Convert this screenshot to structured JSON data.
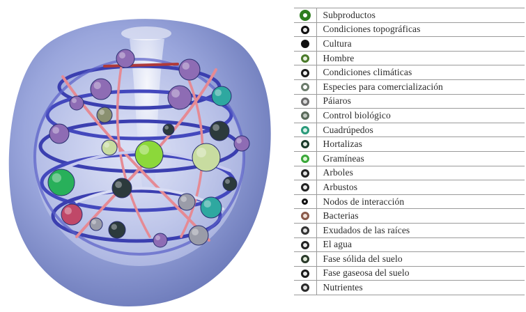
{
  "legend": {
    "items": [
      {
        "label": "Subproductos",
        "icon": "ring-large-icon",
        "fill": "#ffffff",
        "ring": "#2e7d1e"
      },
      {
        "label": "Condiciones topográficas",
        "icon": "ring-icon",
        "fill": "#e8e8e8",
        "ring": "#101010"
      },
      {
        "label": "Cultura",
        "icon": "dot-icon",
        "fill": "#101010",
        "ring": "#101010"
      },
      {
        "label": "Hombre",
        "icon": "ring-icon",
        "fill": "#e8f0e0",
        "ring": "#4a7a2a"
      },
      {
        "label": "Condiciones climáticas",
        "icon": "ring-icon",
        "fill": "#f0f0f0",
        "ring": "#1a1a1a"
      },
      {
        "label": "Especies para comercialización",
        "icon": "ring-icon",
        "fill": "#ffffff",
        "ring": "#6b7b6b"
      },
      {
        "label": "Páiaros",
        "icon": "ring-icon",
        "fill": "#d8d8d8",
        "ring": "#6a6a6a"
      },
      {
        "label": "Control biológico",
        "icon": "ring-icon",
        "fill": "#c0c8c0",
        "ring": "#5a6a5a"
      },
      {
        "label": "Cuadrúpedos",
        "icon": "ring-icon",
        "fill": "#d8f0e8",
        "ring": "#2a9a7a"
      },
      {
        "label": "Hortalizas",
        "icon": "ring-icon",
        "fill": "#e0e8e0",
        "ring": "#1a3a2a"
      },
      {
        "label": "Gramíneas",
        "icon": "ring-icon",
        "fill": "#e0f8d8",
        "ring": "#3aa83a"
      },
      {
        "label": "Arboles",
        "icon": "ring-icon",
        "fill": "#e0e0e0",
        "ring": "#222222"
      },
      {
        "label": "Arbustos",
        "icon": "ring-icon",
        "fill": "#e8e8e8",
        "ring": "#222222"
      },
      {
        "label": "Nodos de interacción",
        "icon": "small-dot-icon",
        "fill": "#f0f0f0",
        "ring": "#111111"
      },
      {
        "label": "Bacterias",
        "icon": "ring-icon",
        "fill": "#f0e0d8",
        "ring": "#8a5a4a"
      },
      {
        "label": "Exudados de las raíces",
        "icon": "ring-icon",
        "fill": "#e0e0e0",
        "ring": "#333333"
      },
      {
        "label": "El agua",
        "icon": "ring-icon",
        "fill": "#e8e8e8",
        "ring": "#222222"
      },
      {
        "label": "Fase sólida del suelo",
        "icon": "ring-icon",
        "fill": "#e0e8d8",
        "ring": "#2a3a2a"
      },
      {
        "label": "Fase gaseosa del suelo",
        "icon": "ring-icon",
        "fill": "#e8e8e8",
        "ring": "#1a1a1a"
      },
      {
        "label": "Nutrientes",
        "icon": "ring-icon",
        "fill": "#e0e0e0",
        "ring": "#2a2a2a"
      }
    ]
  },
  "spheres": [
    {
      "name": "sphere-yellow-green",
      "color": "#8cd83a"
    },
    {
      "name": "sphere-pale-green",
      "color": "#c8dca0"
    },
    {
      "name": "sphere-teal",
      "color": "#2ea8a0"
    },
    {
      "name": "sphere-green",
      "color": "#28b05a"
    },
    {
      "name": "sphere-violet",
      "color": "#8e6cb4"
    },
    {
      "name": "sphere-dark",
      "color": "#2c3a3c"
    },
    {
      "name": "sphere-pink",
      "color": "#c04868"
    },
    {
      "name": "sphere-olive",
      "color": "#8a9070"
    },
    {
      "name": "sphere-grey",
      "color": "#9a9ca8"
    }
  ]
}
